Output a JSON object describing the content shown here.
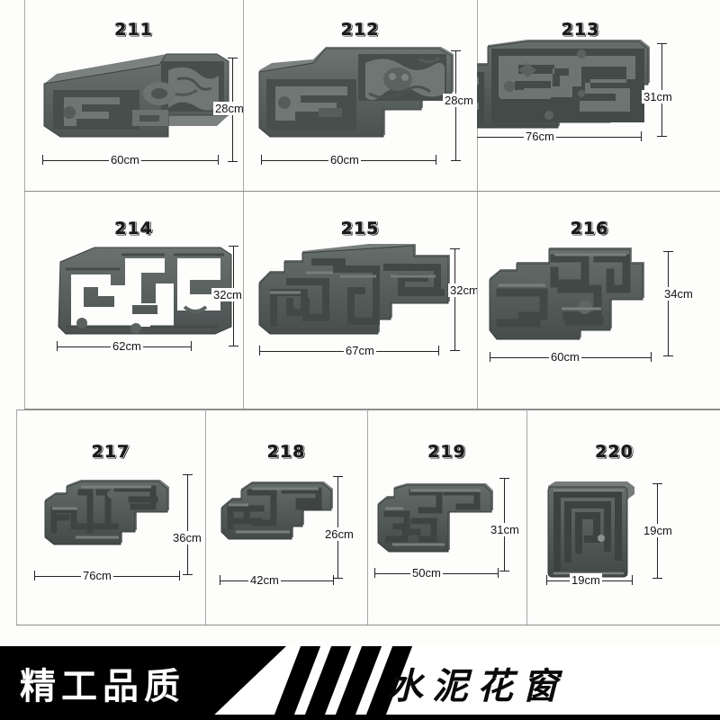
{
  "document": {
    "kind": "product-catalog-sheet",
    "product_color": "#5c6462",
    "background_color": "#fdfdfc",
    "grid_line_color": "#8d8f8c"
  },
  "items": [
    {
      "sku": "211",
      "width_label": "60cm",
      "height_label": "28cm",
      "shape": "corner-floral-relief"
    },
    {
      "sku": "212",
      "width_label": "60cm",
      "height_label": "28cm",
      "shape": "corner-dragon-relief"
    },
    {
      "sku": "213",
      "width_label": "76cm",
      "height_label": "31cm",
      "shape": "long-fret-panel"
    },
    {
      "sku": "214",
      "width_label": "62cm",
      "height_label": "32cm",
      "shape": "open-lattice-scroll"
    },
    {
      "sku": "215",
      "width_label": "67cm",
      "height_label": "32cm",
      "shape": "stepped-maze-panel"
    },
    {
      "sku": "216",
      "width_label": "60cm",
      "height_label": "34cm",
      "shape": "stepped-key-panel"
    },
    {
      "sku": "217",
      "width_label": "76cm",
      "height_label": "36cm",
      "shape": "wide-maze-corner"
    },
    {
      "sku": "218",
      "width_label": "42cm",
      "height_label": "26cm",
      "shape": "small-maze-corner"
    },
    {
      "sku": "219",
      "width_label": "50cm",
      "height_label": "31cm",
      "shape": "scroll-corner"
    },
    {
      "sku": "220",
      "width_label": "19cm",
      "height_label": "19cm",
      "shape": "square-spiral"
    }
  ],
  "banner": {
    "left_text": "精工品质",
    "right_text": "水泥花窗",
    "stripe_count": 4,
    "left_bg": "#000000",
    "left_fg": "#ffffff",
    "right_bg": "#ffffff",
    "right_fg": "#0a0a0a"
  }
}
